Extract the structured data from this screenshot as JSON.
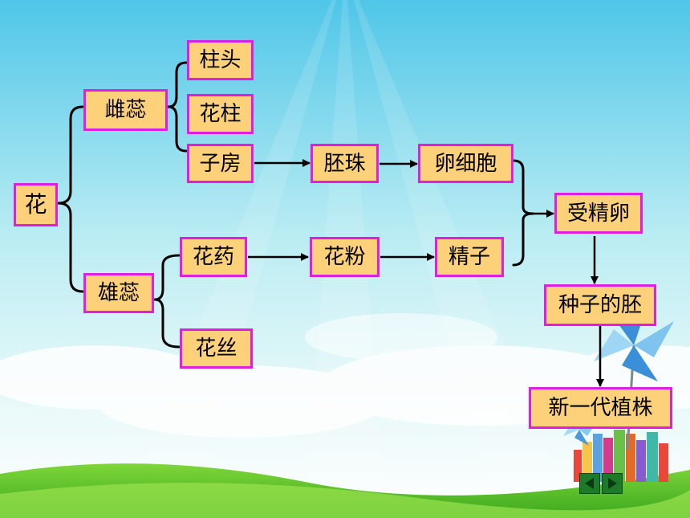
{
  "diagram": {
    "root": "花",
    "pistil": "雌蕊",
    "stigma": "柱头",
    "style": "花柱",
    "ovary": "子房",
    "ovule": "胚珠",
    "egg_cell": "卵细胞",
    "stamen": "雄蕊",
    "anther": "花药",
    "filament": "花丝",
    "pollen": "花粉",
    "sperm": "精子",
    "zygote": "受精卵",
    "embryo": "种子的胚",
    "new_plant": "新一代植株"
  },
  "colors": {
    "box_fill": "#fdd07a",
    "box_border": "#e01ee0",
    "line": "#000000",
    "sky": "#5bc8e8",
    "grass": "#58c32a"
  },
  "icons": [
    "prev-arrow-icon",
    "next-arrow-icon"
  ]
}
